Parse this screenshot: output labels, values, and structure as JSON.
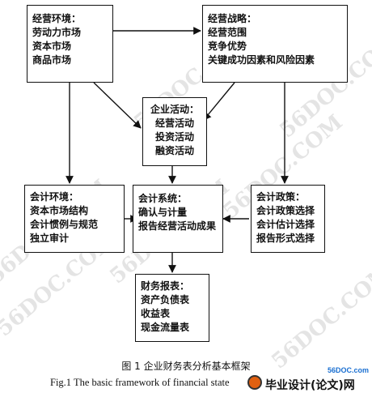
{
  "boxes": {
    "environment": {
      "title": "经营环境：",
      "lines": [
        "劳动力市场",
        "资本市场",
        "商品市场"
      ]
    },
    "strategy": {
      "title": "经营战略：",
      "lines": [
        "经营范围",
        "竞争优势",
        "关键成功因素和风险因素"
      ]
    },
    "activities": {
      "title": "企业活动：",
      "lines": [
        "经营活动",
        "投资活动",
        "融资活动"
      ]
    },
    "accounting_env": {
      "title": "会计环境：",
      "lines": [
        "资本市场结构",
        "会计惯例与规范",
        "独立审计"
      ]
    },
    "accounting_system": {
      "title": "会计系统：",
      "lines": [
        "确认与计量",
        "报告经营活动成果"
      ]
    },
    "accounting_policy": {
      "title": "会计政策：",
      "lines": [
        "会计政策选择",
        "会计估计选择",
        "报告形式选择"
      ]
    },
    "statements": {
      "title": "财务报表：",
      "lines": [
        "资产负债表",
        "收益表",
        "现金流量表"
      ]
    }
  },
  "caption_cn": "图 1 企业财务表分析基本框架",
  "caption_en": "Fig.1 The basic framework of financial state",
  "logo": {
    "url": "56DOC.com",
    "text": "毕业设计(论文)网"
  },
  "watermarks": [
    "56DOC.COM",
    "56DOC.COM",
    "56DOC.COM",
    "56DOC.COM",
    "56DOC.COM",
    "56DOC.COM",
    "56DOC.COM"
  ]
}
